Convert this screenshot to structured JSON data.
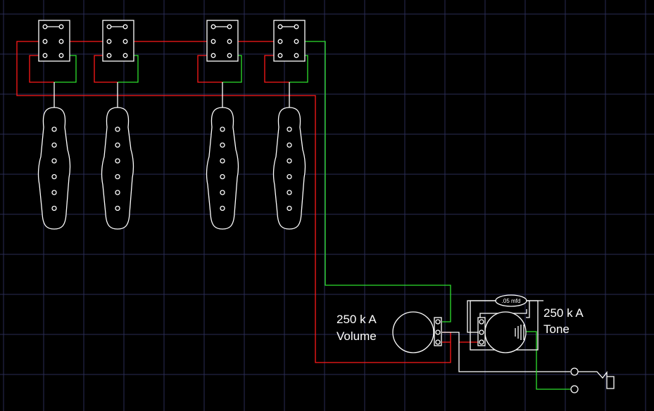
{
  "background_color": "#000000",
  "grid_color": "#2a2d55",
  "wire_colors": {
    "hot": "#ff1a1a",
    "ground": "#2ee02e",
    "signal": "#ffffff"
  },
  "volume_pot": {
    "value": "250 k A",
    "name": "Volume"
  },
  "tone_pot": {
    "value": "250 k A",
    "name": "Tone"
  },
  "capacitor": {
    "label": ".05 mfd"
  },
  "components": {
    "pickups": [
      "pickup",
      "pickup",
      "pickup",
      "pickup"
    ],
    "switches": [
      "push-pull-switch",
      "push-pull-switch",
      "push-pull-switch",
      "push-pull-switch"
    ],
    "output": "output-jack"
  }
}
